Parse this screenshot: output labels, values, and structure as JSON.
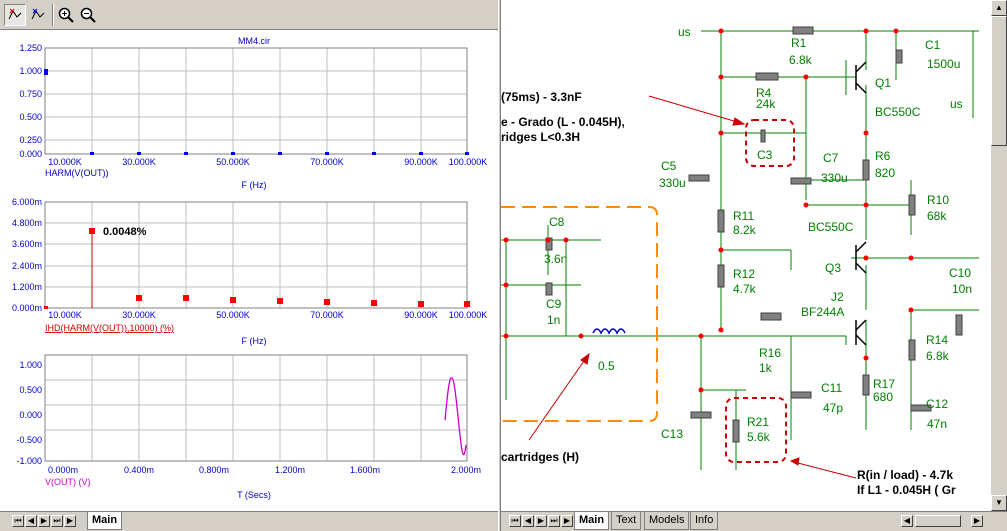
{
  "toolbar": {
    "buttons": [
      "trace-cursor-icon",
      "trace-tip-icon",
      "zoom-in-icon",
      "zoom-out-icon"
    ]
  },
  "plot1": {
    "title": "MM4.cir",
    "y_ticks": [
      "1.250",
      "1.000",
      "0.750",
      "0.500",
      "0.250",
      "0.000"
    ],
    "x_ticks": [
      "10.000K",
      "30.000K",
      "50.000K",
      "70.000K",
      "90.000K",
      "100.000K"
    ],
    "trace_label": "HARM(V(OUT))",
    "x_label": "F (Hz)"
  },
  "plot2": {
    "y_ticks": [
      "6.000m",
      "4.800m",
      "3.600m",
      "2.400m",
      "1.200m",
      "0.000m"
    ],
    "x_ticks": [
      "10.000K",
      "30.000K",
      "50.000K",
      "70.000K",
      "90.000K",
      "100.000K"
    ],
    "trace_label": "IHD(HARM(V(OUT)),10000) (%)",
    "x_label": "F (Hz)",
    "annotation": "0.0048%"
  },
  "plot3": {
    "y_ticks": [
      "1.000",
      "0.500",
      "0.000",
      "-0.500",
      "-1.000"
    ],
    "x_ticks": [
      "0.000m",
      "0.400m",
      "0.800m",
      "1.200m",
      "1.600m",
      "2.000m"
    ],
    "trace_label": "V(OUT) (V)",
    "x_label": "T (Secs)"
  },
  "left_tabs": {
    "active": "Main"
  },
  "right_tabs": {
    "tabs": [
      "Main",
      "Text",
      "Models",
      "Info"
    ]
  },
  "schematic": {
    "labels": {
      "us1": "us",
      "us2": "us",
      "r1": "R1",
      "r1v": "6.8k",
      "c1": "C1",
      "c1v": "1500u",
      "r4": "R4",
      "r4v": "24k",
      "q1": "Q1",
      "q1t": "BC550C",
      "c3": "C3",
      "c5": "C5",
      "c5v": "330u",
      "c7": "C7",
      "c7v": "330u",
      "r6": "R6",
      "r6v": "820",
      "r10": "R10",
      "r10v": "68k",
      "r11": "R11",
      "r11v": "8.2k",
      "bc2": "BC550C",
      "c8": "C8",
      "c8v": "3.6n",
      "c9": "C9",
      "c9v": "1n",
      "r12": "R12",
      "r12v": "4.7k",
      "q3": "Q3",
      "c10": "C10",
      "c10v": "10n",
      "j2": "J2",
      "j2t": "BF244A",
      "l1v": "0.5",
      "r16": "R16",
      "r16v": "1k",
      "r14": "R14",
      "r14v": "6.8k",
      "c11": "C11",
      "c11v": "47p",
      "r17": "R17",
      "r17v": "680",
      "c12": "C12",
      "c12v": "47n",
      "c13": "C13",
      "r21": "R21",
      "r21v": "5.6k"
    },
    "notes": {
      "n1": "(75ms) - 3.3nF",
      "n2": "e - Grado  (L - 0.045H),",
      "n3": "ridges  L<0.3H",
      "n4": "cartridges (H)",
      "n5": "R(in / load) - 4.7k",
      "n6": "If L1 - 0.045H ( Gr"
    }
  },
  "colors": {
    "trace_blue": "#0000ff",
    "trace_red": "#ff0000",
    "trace_magenta": "#cc00cc",
    "wire_green": "#008000",
    "annotation_red": "#cc0000",
    "dash_orange": "#ff8c00"
  }
}
